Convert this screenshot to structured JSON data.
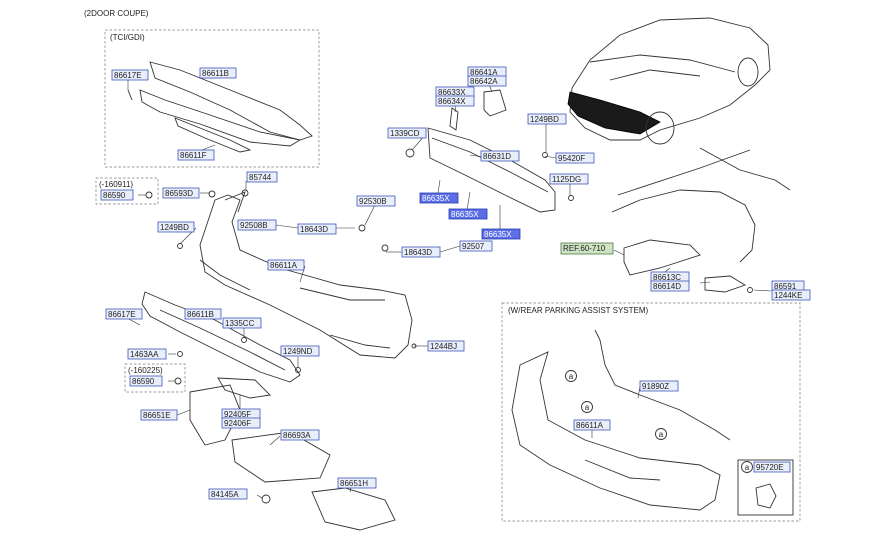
{
  "header": {
    "title": "(2DOOR COUPE)"
  },
  "groups": {
    "tci_gdi": "(TCI/GDI)",
    "rear_parking": "(W/REAR PARKING ASSIST SYSTEM)",
    "note_160911": "(-160911)",
    "note_160225": "(-160225)",
    "circle_a": "a"
  },
  "labels": {
    "p86617E_top": "86617E",
    "p86611B_top": "86611B",
    "p86611F": "86611F",
    "p86590_top": "86590",
    "p86593D": "86593D",
    "p85744": "85744",
    "p1249BD_left": "1249BD",
    "p92508B": "92508B",
    "p18643D_a": "18643D",
    "p92530B": "92530B",
    "p18643D_b": "18643D",
    "p92507": "92507",
    "p86611A_main": "86611A",
    "p86641A": "86641A",
    "p86642A": "86642A",
    "p86633X": "86633X",
    "p86634X": "86634X",
    "p1339CD": "1339CD",
    "p1249BD_right": "1249BD",
    "p86631D": "86631D",
    "p95420F": "95420F",
    "p86635X_a": "86635X",
    "p86635X_b": "86635X",
    "p86635X_c": "86635X",
    "p1125DG": "1125DG",
    "ref60710": "REF.60-710",
    "p86613C": "86613C",
    "p86614D": "86614D",
    "p86591": "86591",
    "p1244KE": "1244KE",
    "p86617E_mid": "86617E",
    "p86611B_mid": "86611B",
    "p1335CC": "1335CC",
    "p1463AA": "1463AA",
    "p86590_mid": "86590",
    "p1249ND": "1249ND",
    "p1244BJ": "1244BJ",
    "p86651E": "86651E",
    "p92405F": "92405F",
    "p92406F": "92406F",
    "p86693A": "86693A",
    "p84145A": "84145A",
    "p86651H": "86651H",
    "p91890Z": "91890Z",
    "p86611A_park": "86611A",
    "p95720E": "95720E"
  }
}
